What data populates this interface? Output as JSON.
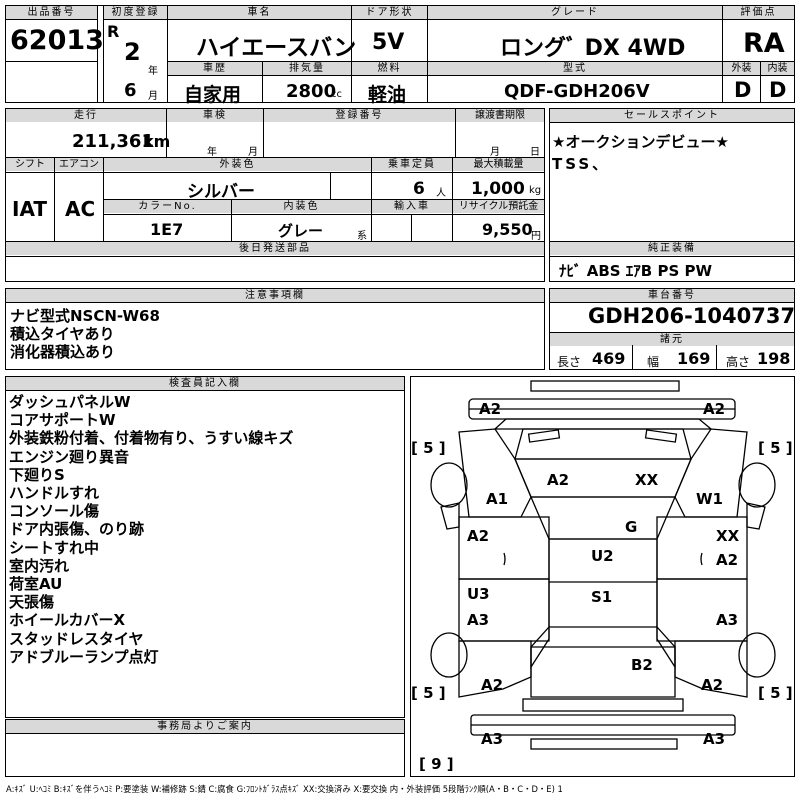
{
  "header": {
    "lot_label": "出品番号",
    "lot_number": "62013",
    "first_reg_label": "初度登録",
    "era": "R",
    "year": "2",
    "year_unit": "年",
    "month": "6",
    "month_unit": "月",
    "model_label": "車名",
    "model": "ハイエースバン",
    "door_label": "ドア形状",
    "door": "5V",
    "grade_label": "グレード",
    "grade": "ロングﾞ DX 4WD",
    "score_label": "評価点",
    "score": "RA",
    "history_label": "車歴",
    "history": "自家用",
    "displacement_label": "排気量",
    "displacement": "2800",
    "displacement_unit": "cc",
    "fuel_label": "燃料",
    "fuel": "軽油",
    "type_label": "型式",
    "type": "QDF-GDH206V",
    "exterior_label": "外装",
    "exterior": "D",
    "interior_label": "内装",
    "interior": "D"
  },
  "row2": {
    "mileage_label": "走行",
    "mileage": "211,361",
    "mileage_unit": "km",
    "inspection_label": "車検",
    "insp_year": "年",
    "insp_month": "月",
    "regno_label": "登録番号",
    "transfer_label": "譲渡書期限",
    "transfer_month": "月",
    "transfer_day": "日",
    "shift_label": "シフト",
    "shift": "IAT",
    "ac_label": "エアコン",
    "ac": "AC",
    "color_label": "外装色",
    "color": "シルバー",
    "capacity_label": "乗車定員",
    "capacity": "6",
    "capacity_unit": "人",
    "load_label": "最大積載量",
    "load": "1,000",
    "load_unit": "kg",
    "colorno_label": "カラーNo.",
    "colorno": "1E7",
    "intcolor_label": "内装色",
    "intcolor": "グレー",
    "intcolor_unit": "系",
    "import_label": "輸入車",
    "recycle_label": "リサイクル預託金",
    "recycle": "9,550",
    "recycle_unit": "円",
    "later_label": "後日発送部品"
  },
  "sales": {
    "label": "セールスポイント",
    "lines": [
      "★オークションデビュー★",
      "TSS、"
    ]
  },
  "equipment": {
    "label": "純正装備",
    "value": "ﾅﾋﾞ ABS ｴｱB PS PW"
  },
  "notes": {
    "label": "注意事項欄",
    "lines": [
      "ナビ型式NSCN-W68",
      "積込タイヤあり",
      "消化器積込あり"
    ]
  },
  "chassis": {
    "label": "車台番号",
    "value": "GDH206-1040737",
    "spec_label": "諸元",
    "length_label": "長さ",
    "length": "469",
    "width_label": "幅",
    "width": "169",
    "height_label": "高さ",
    "height": "198"
  },
  "inspector": {
    "label": "検査員記入欄",
    "lines": [
      "ダッシュパネルW",
      "コアサポートW",
      "外装鉄粉付着、付着物有り、うすい線キズ",
      "エンジン廻り異音",
      "下廻りS",
      "ハンドルすれ",
      "コンソール傷",
      "ドア内張傷、のり跡",
      "シートすれ中",
      "室内汚れ",
      "荷室AU",
      "天張傷",
      "ホイールカバーX",
      "スタッドレスタイヤ",
      "アドブルーランプ点灯"
    ]
  },
  "office": {
    "label": "事務局よりご案内"
  },
  "diagram": {
    "damage": {
      "front_left": "A2",
      "front_right": "A2",
      "hood_left": "A2",
      "hood_right": "XX",
      "fender_left": "A1",
      "fender_right": "W1",
      "windshield": "G",
      "door_fl": "A2",
      "door_fr_1": "XX",
      "door_fr_2": "A2",
      "roof_front": "U2",
      "roof_rear": "S1",
      "door_rl_1": "U3",
      "door_rl_2": "A3",
      "door_rr": "A3",
      "back_door": "B2",
      "rear_left": "A2",
      "rear_right": "A2",
      "bumper_left": "A3",
      "bumper_right": "A3"
    },
    "tires": {
      "fl": "5",
      "fr": "5",
      "rl": "5",
      "rr": "5",
      "spare": "9"
    }
  },
  "legend": "A:ｷｽﾞ U:ﾍｺﾐ B:ｷｽﾞを伴うﾍｺﾐ P:要塗装 W:補修跡 S:錆 C:腐食 G:ﾌﾛﾝﾄｶﾞﾗｽ点ｷｽﾞ XX:交換済み X:要交換 内・外装評価 5段階ﾗﾝｸ順(A・B・C・D・E) 1"
}
